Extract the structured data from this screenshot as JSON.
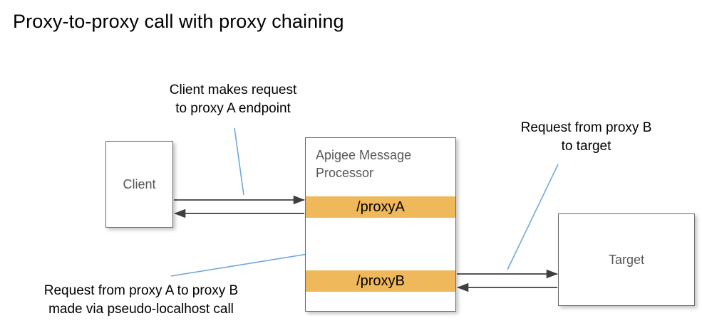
{
  "title": "Proxy-to-proxy call with proxy chaining",
  "nodes": {
    "client": {
      "label": "Client"
    },
    "target": {
      "label": "Target"
    },
    "message_processor": {
      "title": "Apigee Message\nProcessor",
      "proxy_a": "/proxyA",
      "proxy_b": "/proxyB"
    }
  },
  "annotations": {
    "client_request": "Client makes request\nto proxy A endpoint",
    "target_request": "Request from proxy B\nto target",
    "chaining_call": "Request from proxy A to proxy B\nmade via pseudo-localhost call"
  },
  "colors": {
    "proxy_band": "#efb85a",
    "box_border": "#6a6a6a",
    "node_text": "#565656",
    "arrow": "#3f3f3f",
    "leader_line": "#6fa8dc",
    "background": "#ffffff"
  },
  "connections": [
    {
      "name": "client-to-proxya",
      "from": "client",
      "to": "proxyA",
      "direction": "right"
    },
    {
      "name": "proxya-to-client",
      "from": "proxyA",
      "to": "client",
      "direction": "left"
    },
    {
      "name": "proxya-to-proxyb",
      "from": "proxyA",
      "to": "proxyB",
      "direction": "down"
    },
    {
      "name": "proxyb-to-proxya",
      "from": "proxyB",
      "to": "proxyA",
      "direction": "up"
    },
    {
      "name": "proxyb-to-target",
      "from": "proxyB",
      "to": "target",
      "direction": "right"
    },
    {
      "name": "target-to-proxyb",
      "from": "target",
      "to": "proxyB",
      "direction": "left"
    }
  ]
}
